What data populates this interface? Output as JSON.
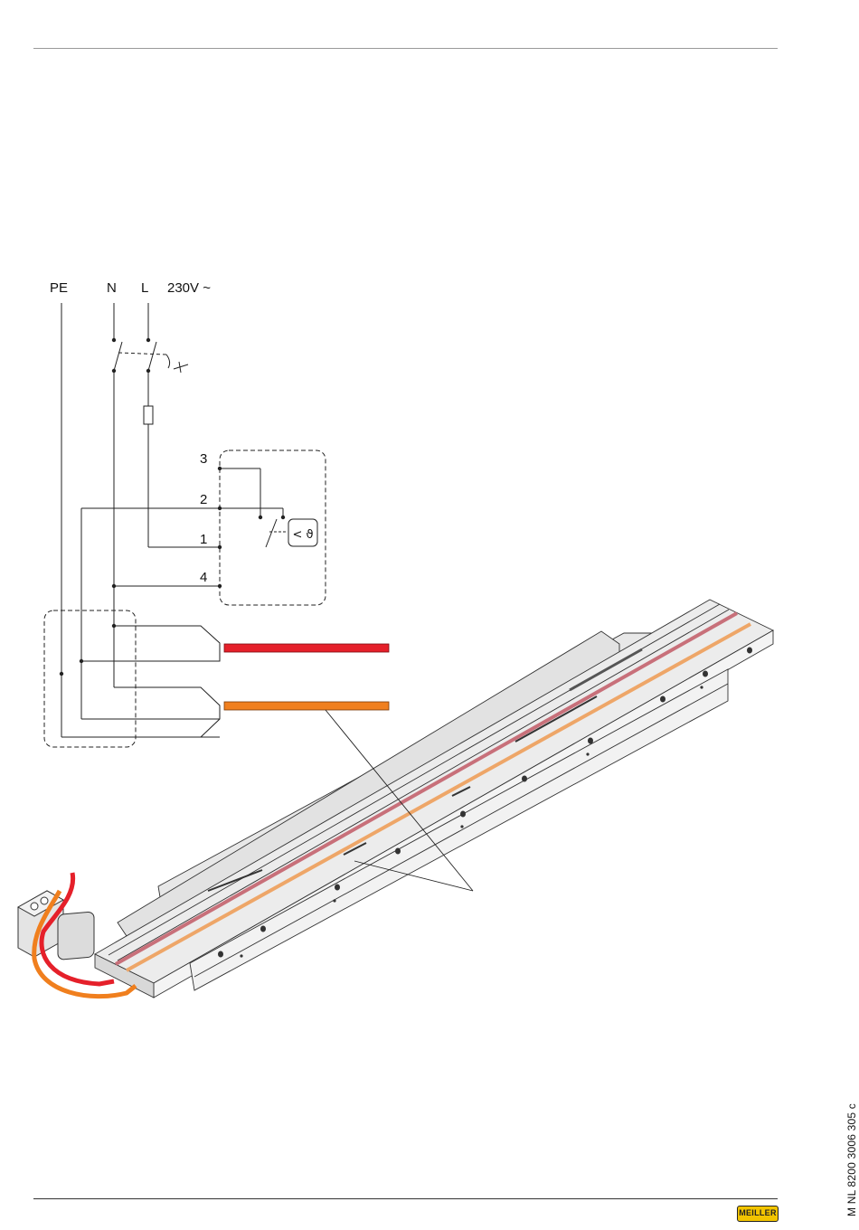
{
  "schematic": {
    "label_pe": "PE",
    "label_n": "N",
    "label_l": "L",
    "label_voltage": "230V ~",
    "terminals": [
      "3",
      "2",
      "1",
      "4"
    ],
    "thermostat_symbol": "< ϑ"
  },
  "footer": {
    "document_code": "M NL 8200 3006 305 c",
    "logo_text": "MEILLER"
  },
  "colors": {
    "heating_cable_1": "#e5202a",
    "heating_cable_2": "#f07f1e",
    "cable_in_bed_1": "#c8707a",
    "cable_in_bed_2": "#eea668",
    "logo_yellow": "#f2c400"
  }
}
